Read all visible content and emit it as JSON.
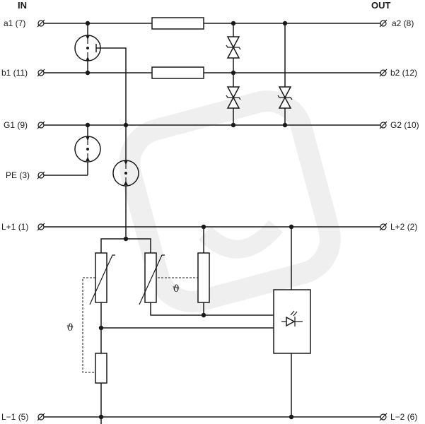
{
  "headers": {
    "in": "IN",
    "out": "OUT"
  },
  "terminals_in": {
    "a1": "a1 (7)",
    "b1": "b1 (11)",
    "g1": "G1 (9)",
    "pe": "PE (3)",
    "lp1": "L+1 (1)",
    "lm1": "L−1 (5)"
  },
  "terminals_out": {
    "a2": "a2 (8)",
    "b2": "b2 (12)",
    "g2": "G2 (10)",
    "lp2": "L+2 (2)",
    "lm2": "L−2 (6)"
  },
  "thermal_symbols": {
    "left": "ϑ",
    "right": "ϑ"
  },
  "colors": {
    "ink": "#1a1a1a",
    "watermark": "#f2f2f2"
  },
  "icons": {
    "terminal": "terminal-slash-circle-icon",
    "gas_arrester": "gas-discharge-tube-icon",
    "suppressor_diode": "bidirectional-tvs-diode-icon",
    "varistor": "varistor-icon",
    "led_indicator": "led-diode-icon",
    "watermark": "plug-logo-watermark-icon"
  }
}
